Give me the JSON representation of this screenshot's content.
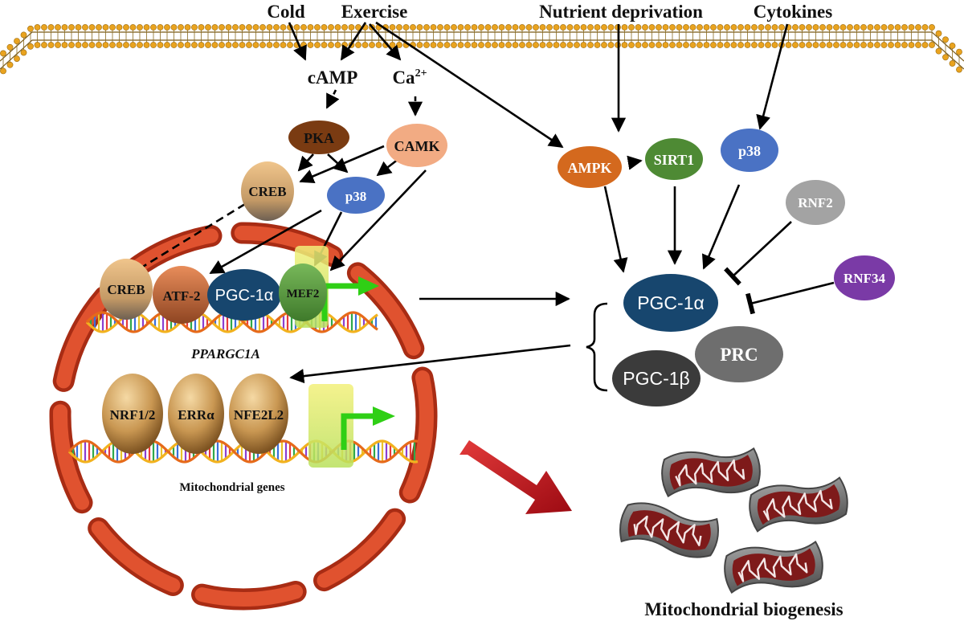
{
  "stimuli": {
    "cold": "Cold",
    "exercise": "Exercise",
    "nutrient": "Nutrient deprivation",
    "cytokines": "Cytokines"
  },
  "messengers": {
    "camp": "cAMP",
    "ca": "Ca",
    "ca_sup": "2+"
  },
  "kinases": {
    "pka": "PKA",
    "camk": "CAMK",
    "creb": "CREB",
    "p38_left": "p38",
    "ampk": "AMPK",
    "sirt1": "SIRT1",
    "p38_right": "p38",
    "rnf2": "RNF2",
    "rnf34": "RNF34"
  },
  "promoter_factors": {
    "creb": "CREB",
    "atf2": "ATF-2",
    "pgc1a": "PGC-1α",
    "mef2": "MEF2"
  },
  "gene_label": "PPARGC1A",
  "coactivators": {
    "pgc1a": "PGC-1α",
    "prc": "PRC",
    "pgc1b": "PGC-1β"
  },
  "mito_factors": {
    "nrf": "NRF1/2",
    "err": "ERRα",
    "nfe": "NFE2L2"
  },
  "mito_genes_label": "Mitochondrial genes",
  "biogenesis_label": "Mitochondrial biogenesis",
  "colors": {
    "membrane_head": "#e9a31f",
    "pka": "#7a3b12",
    "camk": "#f2ab83",
    "creb": "#d6b07c",
    "p38": "#4a72c4",
    "ampk": "#d4691e",
    "sirt1": "#4e8a34",
    "rnf2": "#a3a3a3",
    "rnf34": "#7a3aa6",
    "pgc1a": "#17466e",
    "pgc1b": "#3b3b3b",
    "prc": "#6e6e6e",
    "nucleus": "#d94327",
    "big_arrow": "#c4111b",
    "green_arrow": "#2fcf15"
  }
}
